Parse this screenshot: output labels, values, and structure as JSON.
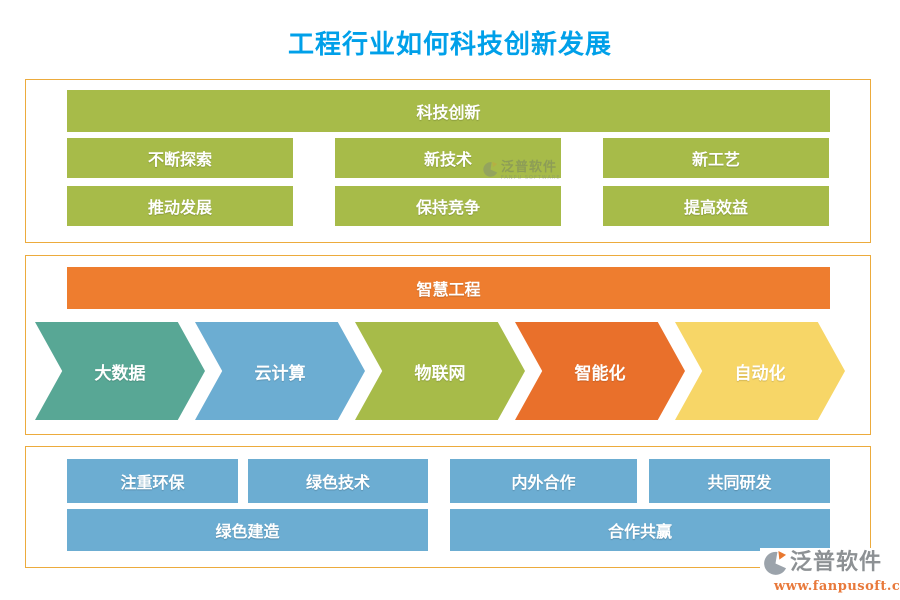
{
  "title": "工程行业如何科技创新发展",
  "section_tech": {
    "header": "科技创新",
    "items": [
      "不断探索",
      "新技术",
      "新工艺",
      "推动发展",
      "保持竞争",
      "提高效益"
    ]
  },
  "section_smart": {
    "header": "智慧工程",
    "arrows": [
      {
        "label": "大数据",
        "color": "#58A795"
      },
      {
        "label": "云计算",
        "color": "#6CADD2"
      },
      {
        "label": "物联网",
        "color": "#A7BB49"
      },
      {
        "label": "智能化",
        "color": "#E9702B"
      },
      {
        "label": "自动化",
        "color": "#F7D667"
      }
    ]
  },
  "section_green": {
    "row1": [
      "注重环保",
      "绿色技术",
      "内外合作",
      "共同研发"
    ],
    "row2": [
      "绿色建造",
      "合作共赢"
    ]
  },
  "branding": {
    "logo_text": "泛普软件",
    "website": "www.fanpusoft.com"
  },
  "watermark": {
    "text": "泛普软件",
    "caption": "FANPU SOFTWARE"
  },
  "colors": {
    "title": "#00A0E9",
    "frame_border": "#ECAB3D",
    "green": "#A7BB49",
    "orange": "#EE7D2F",
    "blue": "#6CADD2",
    "logo_gray": "#8D9194",
    "website_orange": "#E8793B",
    "logo_accent": "#E87830",
    "logo_icon_gray": "#9BA3AB"
  }
}
